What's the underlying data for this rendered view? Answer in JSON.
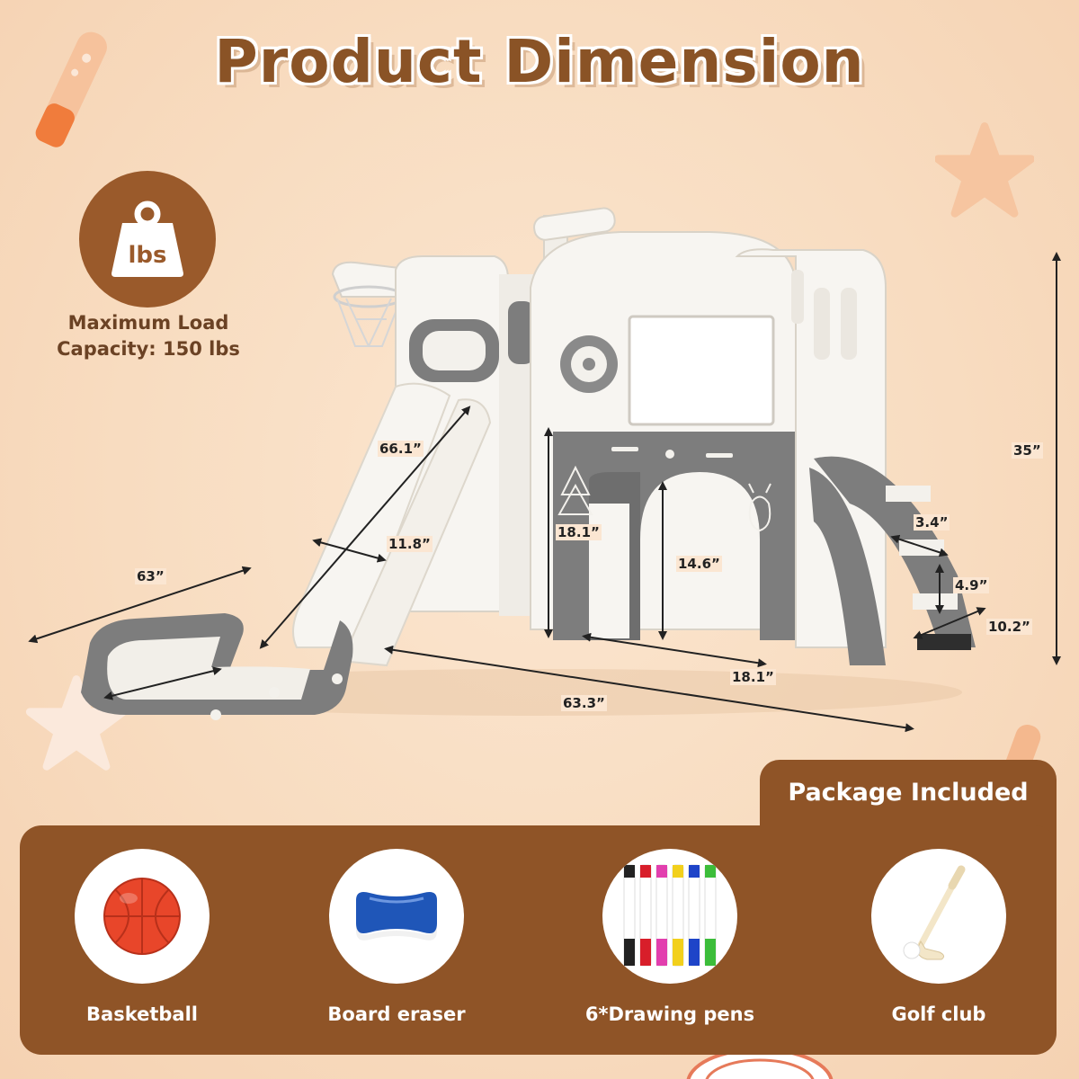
{
  "header": {
    "title": "Product Dimension"
  },
  "badge": {
    "icon_text": "lbs",
    "label_line1": "Maximum Load",
    "label_line2": "Capacity: 150 lbs",
    "icon": "weight-icon"
  },
  "dimensions": {
    "total_height": "35”",
    "slide_length": "66.1”",
    "slide_width": "11.8”",
    "side_depth": "63”",
    "arch_height": "18.1”",
    "tunnel_height": "14.6”",
    "arch_width": "18.1”",
    "total_length": "63.3”",
    "step_width": "3.4”",
    "step_height": "4.9”",
    "stair_width": "10.2”"
  },
  "package": {
    "title": "Package Included",
    "items": [
      {
        "label": "Basketball",
        "icon": "basketball-icon"
      },
      {
        "label": "Board eraser",
        "icon": "eraser-icon"
      },
      {
        "label": "6*Drawing pens",
        "icon": "pens-icon"
      },
      {
        "label": "Golf club",
        "icon": "golf-club-icon"
      }
    ]
  },
  "colors": {
    "background": "#f8dcc0",
    "brown": "#8f5427",
    "title_brown": "#8a5326",
    "playset_gray": "#7d7d7d",
    "playset_white": "#f7f5f1"
  }
}
